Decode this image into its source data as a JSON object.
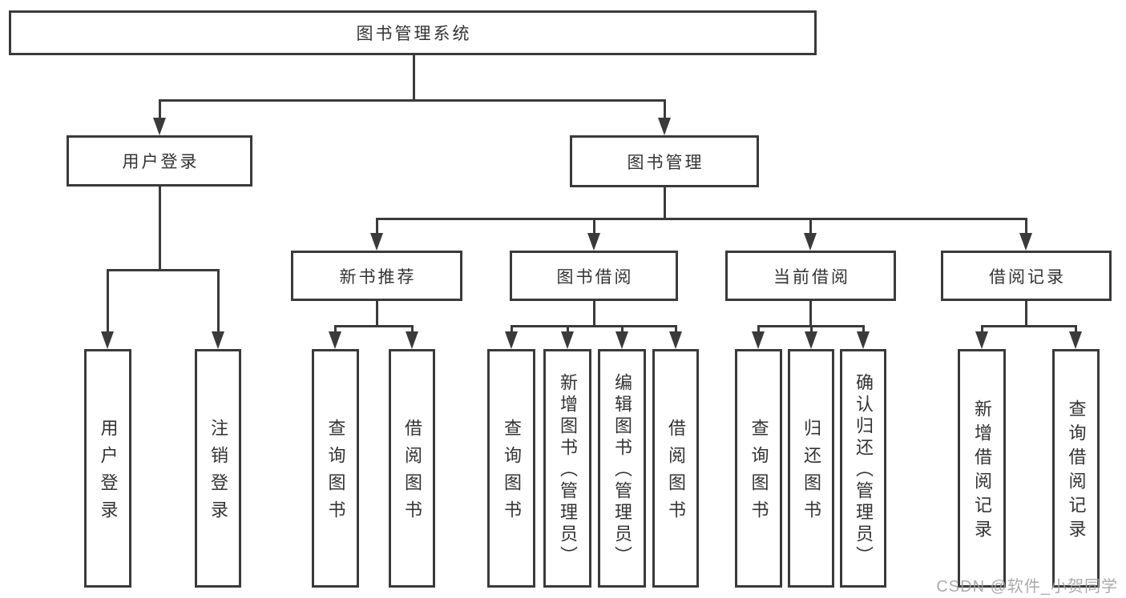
{
  "title": "图书管理系统",
  "watermark": {
    "text": "CSDN @软件_小贺同学"
  },
  "colors": {
    "line": "#3a3a3a",
    "text": "#333333",
    "background": "#ffffff",
    "watermark": "#a3a3a3"
  },
  "tree": {
    "label": "图书管理系统",
    "children": [
      {
        "label": "用户登录",
        "children": [
          {
            "label": "用户登录"
          },
          {
            "label": "注销登录"
          }
        ]
      },
      {
        "label": "图书管理",
        "children": [
          {
            "label": "新书推荐",
            "children": [
              {
                "label": "查询图书"
              },
              {
                "label": "借阅图书"
              }
            ]
          },
          {
            "label": "图书借阅",
            "children": [
              {
                "label": "查询图书"
              },
              {
                "label": "新增图书（管理员）"
              },
              {
                "label": "编辑图书（管理员）"
              },
              {
                "label": "借阅图书"
              }
            ]
          },
          {
            "label": "当前借阅",
            "children": [
              {
                "label": "查询图书"
              },
              {
                "label": "归还图书"
              },
              {
                "label": "确认归还（管理员）"
              }
            ]
          },
          {
            "label": "借阅记录",
            "children": [
              {
                "label": "新增借阅记录"
              },
              {
                "label": "查询借阅记录"
              }
            ]
          }
        ]
      }
    ]
  }
}
